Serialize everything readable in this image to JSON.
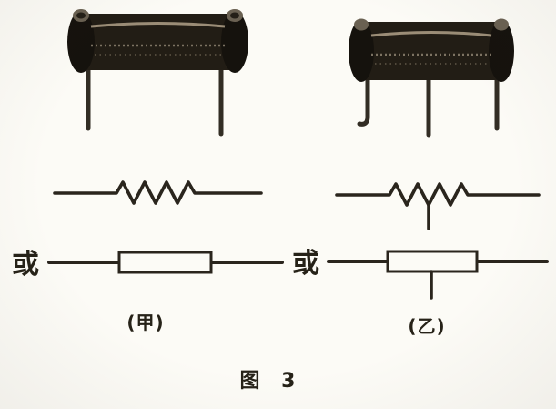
{
  "figure": {
    "caption": "图 3",
    "colors": {
      "ink": "#2a251d",
      "paper": "#fcfbf6"
    },
    "panels": [
      {
        "id": "left",
        "or_label": "或",
        "caption": "(甲)"
      },
      {
        "id": "right",
        "or_label": "或",
        "caption": "(乙)"
      }
    ]
  }
}
